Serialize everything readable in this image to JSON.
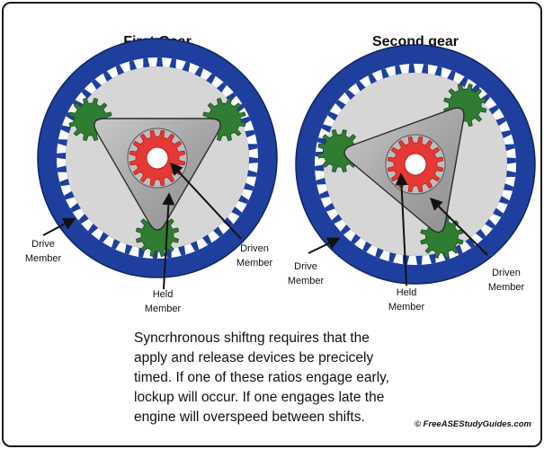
{
  "diagrams": [
    {
      "title": "First Gear",
      "labels": {
        "drive": [
          "Drive",
          "Member"
        ],
        "held": [
          "Held",
          "Member"
        ],
        "driven": [
          "Driven",
          "Member"
        ]
      }
    },
    {
      "title": "Second gear",
      "labels": {
        "drive": [
          "Drive",
          "Member"
        ],
        "held": [
          "Held",
          "Member"
        ],
        "driven": [
          "Driven",
          "Member"
        ]
      }
    }
  ],
  "caption_lines": [
    "Syncrhronous shiftng requires that the",
    "apply and release devices be precicely",
    "timed. If one of these ratios engage early,",
    "lockup will occur. If one engages late the",
    "engine will overspeed between shifts."
  ],
  "credit": "© FreeASEStudyGuides.com",
  "colors": {
    "ring_gear": "#1f3f9e",
    "ring_teeth": "#ffffff",
    "carrier_background": "#d6d6d6",
    "carrier_plate": "#a9a9a9",
    "planet_gears": "#2e7d32",
    "sun_gear": "#e53935",
    "arrows": "#111111"
  }
}
